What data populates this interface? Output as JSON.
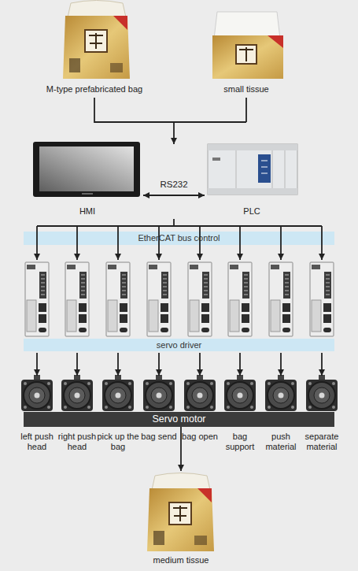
{
  "diagram": {
    "nodes": [
      {
        "text": [
          "M-type prefabricated bag"
        ]
      },
      {
        "text": [
          "small tissue"
        ]
      },
      {
        "text": [
          "HMI"
        ]
      },
      {
        "text": [
          "PLC"
        ]
      },
      {
        "text": [
          "EtherCAT bus control"
        ]
      },
      {
        "text": [
          "servo driver"
        ]
      },
      {
        "text": [
          "Servo motor"
        ]
      },
      {
        "text": [
          "medium tissue"
        ]
      }
    ],
    "edges": [
      {
        "from": 2,
        "to": 3,
        "label": "RS232",
        "arrow": "both"
      },
      {
        "from": 6,
        "to": 7,
        "arrow": "to"
      }
    ],
    "labels": [
      "left push head",
      "right push head",
      "pick up the bag",
      "bag send",
      "bag open",
      "bag support",
      "push material",
      "separate material"
    ]
  }
}
